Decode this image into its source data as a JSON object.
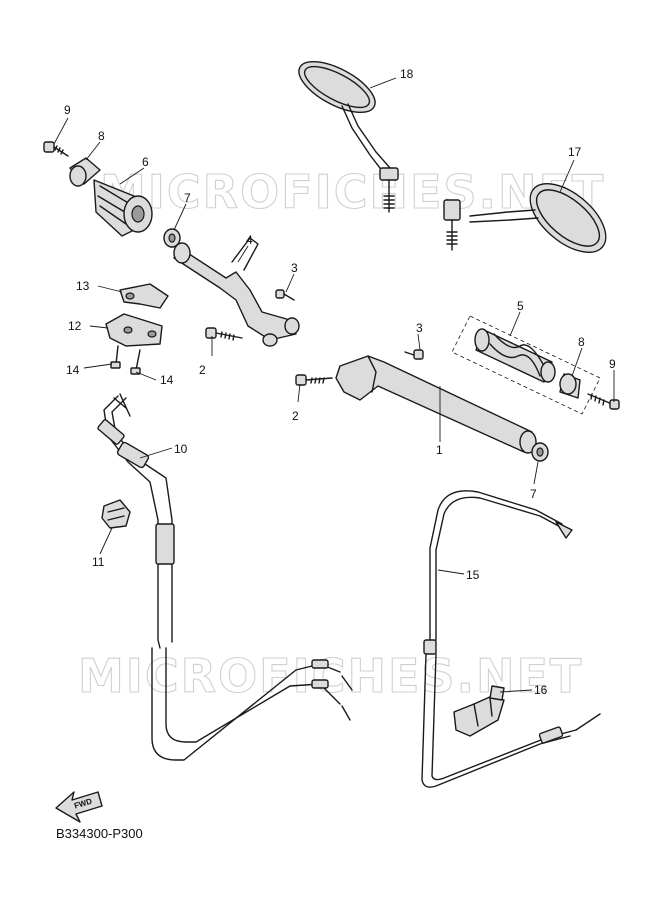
{
  "watermark": "MICROFICHES.NET",
  "fwd_label": "FWD",
  "reference_code": "B334300-P300",
  "callouts": {
    "c1": "1",
    "c2a": "2",
    "c2b": "2",
    "c3a": "3",
    "c3b": "3",
    "c4": "4",
    "c5": "5",
    "c6": "6",
    "c7a": "7",
    "c7b": "7",
    "c8a": "8",
    "c8b": "8",
    "c9a": "9",
    "c9b": "9",
    "c10": "10",
    "c11": "11",
    "c12": "12",
    "c13": "13",
    "c14a": "14",
    "c14b": "14",
    "c15": "15",
    "c16": "16",
    "c17": "17",
    "c18": "18"
  }
}
